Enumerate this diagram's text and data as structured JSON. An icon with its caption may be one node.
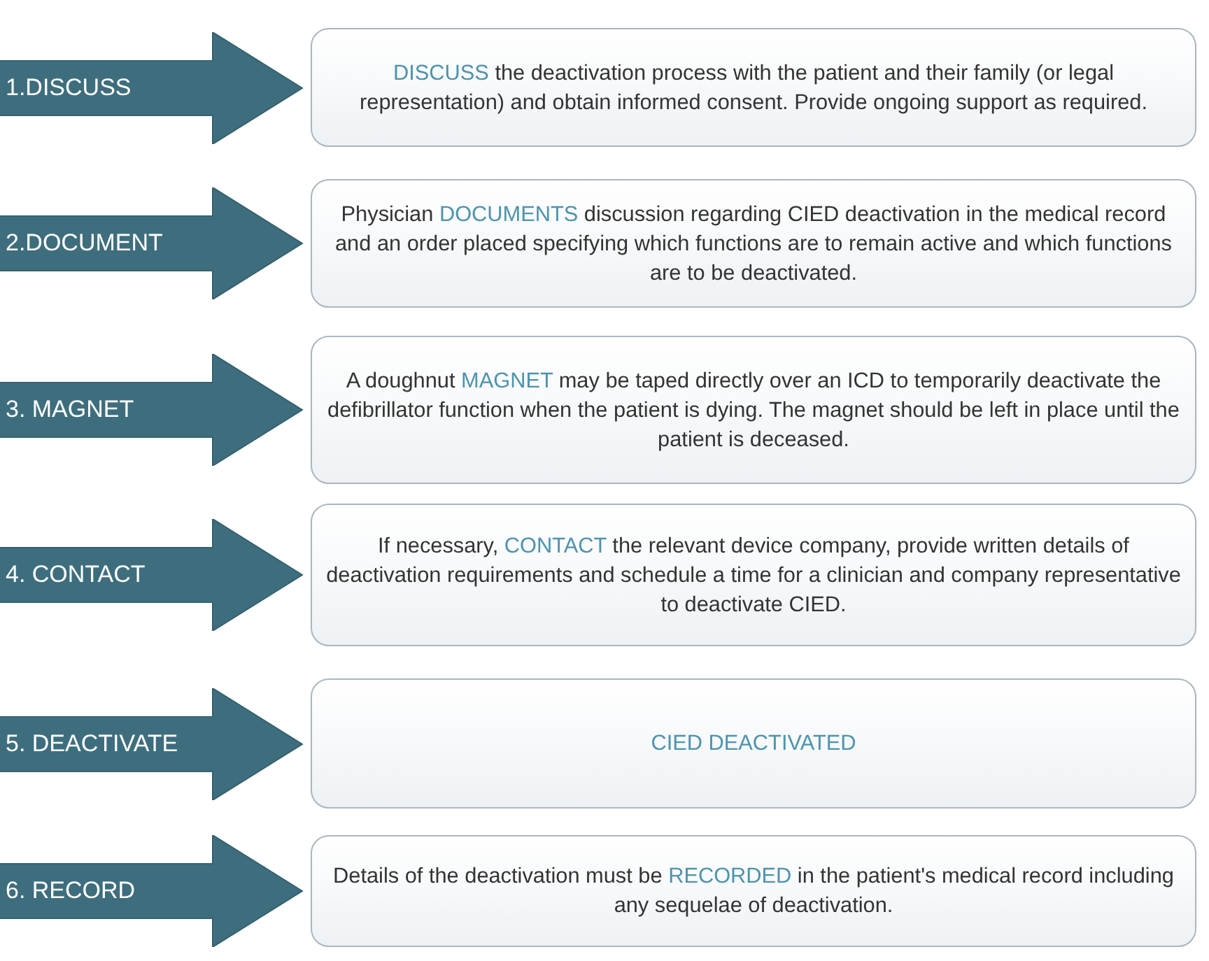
{
  "diagram": {
    "nodes": [
      {
        "text": [
          "1.DISCUSS"
        ]
      },
      {
        "text": [
          "**DISCUSS** the deactivation process with the patient and their family (or legal representation) and obtain informed consent. Provide ongoing support as required."
        ]
      },
      {
        "text": [
          "2.DOCUMENT"
        ]
      },
      {
        "text": [
          "Physician **DOCUMENTS** discussion regarding CIED deactivation in the medical record and an order placed specifying which functions are to remain active and which functions are to be deactivated."
        ]
      },
      {
        "text": [
          "3. MAGNET"
        ]
      },
      {
        "text": [
          "A doughnut **MAGNET** may be taped directly over an ICD to temporarily deactivate the defibrillator function when the patient is dying. The magnet should be left in place until the patient is deceased."
        ]
      },
      {
        "text": [
          "4. CONTACT"
        ]
      },
      {
        "text": [
          "If necessary, **CONTACT** the relevant device company, provide written details of deactivation requirements and schedule a time for a clinician and company representative to deactivate CIED."
        ]
      },
      {
        "text": [
          "5. DEACTIVATE"
        ]
      },
      {
        "text": [
          "CIED DEACTIVATED"
        ]
      },
      {
        "text": [
          "6. RECORD"
        ]
      },
      {
        "text": [
          "Details of the deactivation must be **RECORDED** in the patient's medical record including any sequelae of deactivation."
        ]
      }
    ]
  }
}
